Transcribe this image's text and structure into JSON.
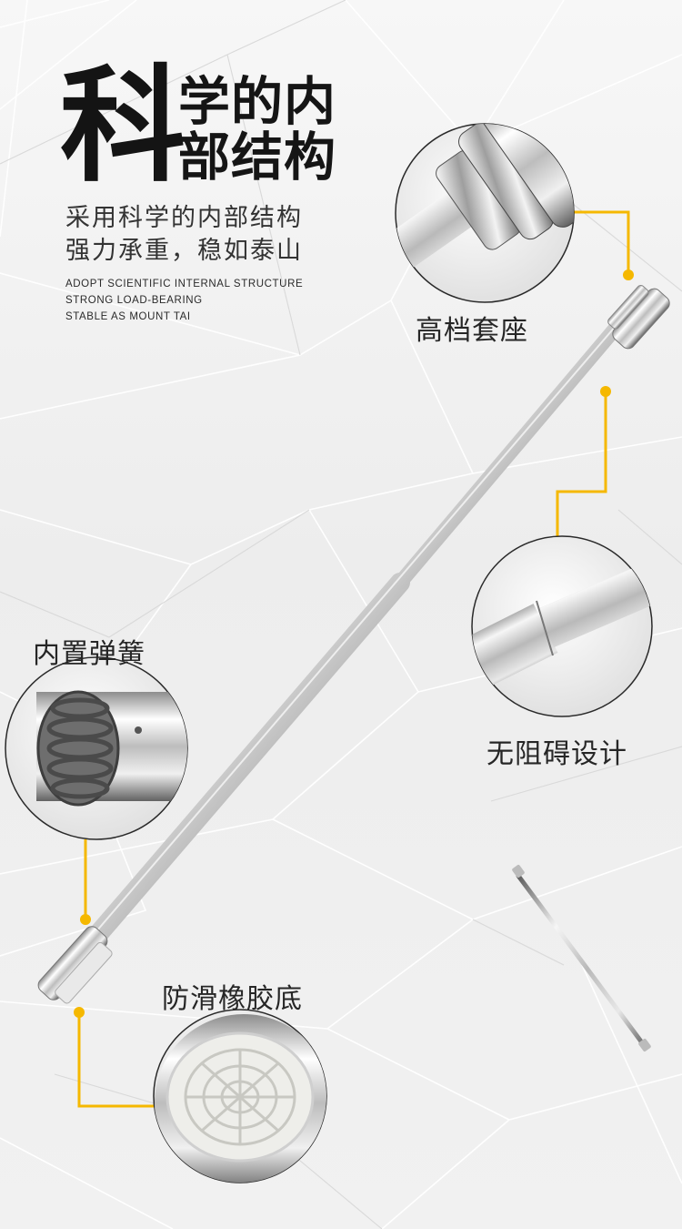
{
  "header": {
    "big_char": "科",
    "line1": "学的内",
    "line2": "部结构"
  },
  "subtitle": {
    "cn_line1": "采用科学的内部结构",
    "cn_line2": "强力承重，稳如泰山",
    "en_line1": "ADOPT SCIENTIFIC INTERNAL STRUCTURE",
    "en_line2": "STRONG LOAD-BEARING",
    "en_line3": "STABLE AS MOUNT TAI"
  },
  "callouts": {
    "top_socket": "高档套座",
    "seamless": "无阻碍设计",
    "spring": "内置弹簧",
    "rubber_base": "防滑橡胶底"
  },
  "colors": {
    "accent": "#f5b800",
    "text": "#151515",
    "background": "#f0f0f0"
  }
}
